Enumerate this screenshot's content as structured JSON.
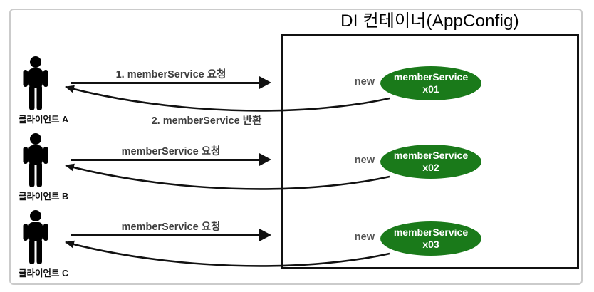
{
  "container": {
    "title": "DI 컨테이너(AppConfig)"
  },
  "clients": [
    {
      "label": "클라이언트 A",
      "request_label": "1. memberService 요청",
      "return_label": "2. memberService 반환"
    },
    {
      "label": "클라이언트 B",
      "request_label": "memberService 요청"
    },
    {
      "label": "클라이언트 C",
      "request_label": "memberService 요청"
    }
  ],
  "instances": [
    {
      "new_label": "new",
      "name": "memberService",
      "id": "x01"
    },
    {
      "new_label": "new",
      "name": "memberService",
      "id": "x02"
    },
    {
      "new_label": "new",
      "name": "memberService",
      "id": "x03"
    }
  ],
  "colors": {
    "instance_fill": "#1a7a1a",
    "instance_text": "#ffffff",
    "arrow": "#111111",
    "box_border": "#111111",
    "frame_border": "#cbcbcb",
    "label_text": "#3d3d3d",
    "new_text": "#555555"
  }
}
